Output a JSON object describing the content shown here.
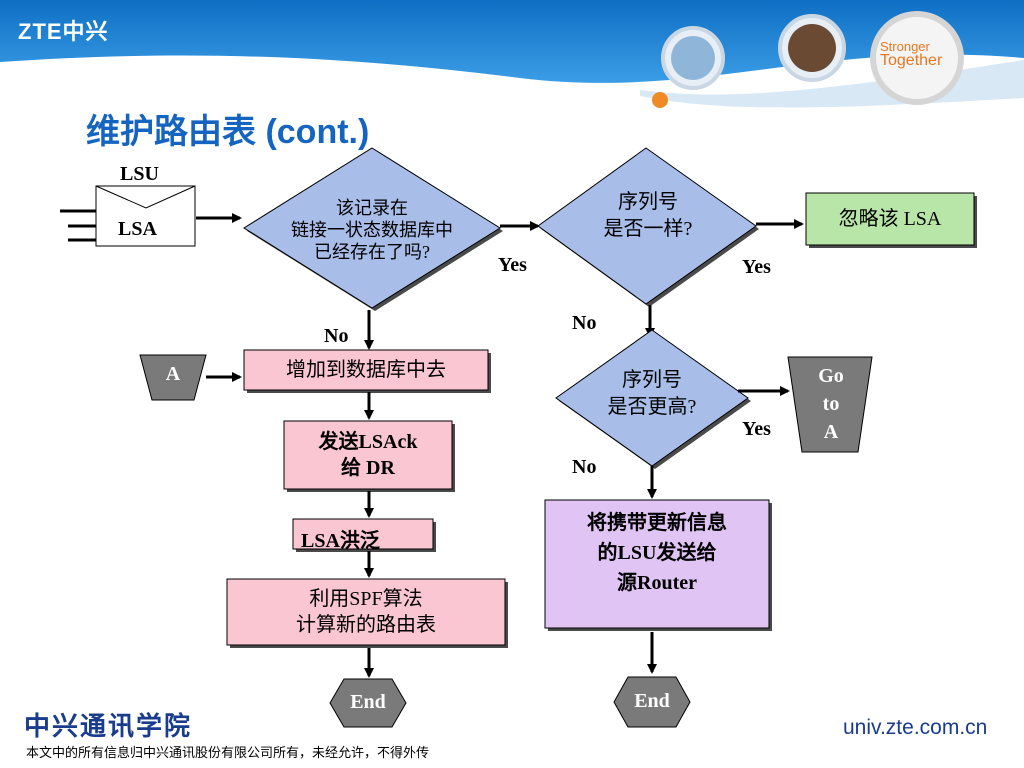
{
  "header": {
    "logo": "ZTE中兴",
    "slogan_line1": "Stronger",
    "slogan_line2": "Together"
  },
  "title": "维护路由表 (cont.)",
  "diagram": {
    "envelope": {
      "top_label": "LSU",
      "inner_label": "LSA"
    },
    "d1": {
      "line1": "该记录在",
      "line2": "链接一状态数据库中",
      "line3": "已经存在了吗?"
    },
    "d2": {
      "line1": "序列号",
      "line2": "是否一样?"
    },
    "d3": {
      "line1": "序列号",
      "line2": "是否更高?"
    },
    "ignore_box": "忽略该 LSA",
    "add_box": "增加到数据库中去",
    "connector_a": "A",
    "goto_a": {
      "line1": "Go",
      "line2": "to",
      "line3": "A"
    },
    "send_ack": {
      "line1": "发送LSAck",
      "line2": "给 DR"
    },
    "flood": "LSA洪泛",
    "spf": {
      "line1": "利用SPF算法",
      "line2": "计算新的路由表"
    },
    "send_lsu": {
      "line1": "将携带更新信息",
      "line2": "的LSU发送给",
      "line3": "源Router"
    },
    "end_left": "End",
    "end_right": "End",
    "labels": {
      "yes1": "Yes",
      "yes2": "Yes",
      "yes3": "Yes",
      "no1": "No",
      "no2": "No",
      "no3": "No"
    }
  },
  "colors": {
    "header_blue": "#1a7fd4",
    "diamond_fill": "#a8bde8",
    "green_fill": "#b8e6a8",
    "pink_fill": "#f9c6d2",
    "purple_fill": "#e0c4f4",
    "gray_fill": "#7a7a7a",
    "title_blue": "#1565c0"
  },
  "footer": {
    "academy": "中兴通讯学院",
    "copyright": "本文中的所有信息归中兴通讯股份有限公司所有，未经允许，不得外传",
    "url": "univ.zte.com.cn"
  }
}
